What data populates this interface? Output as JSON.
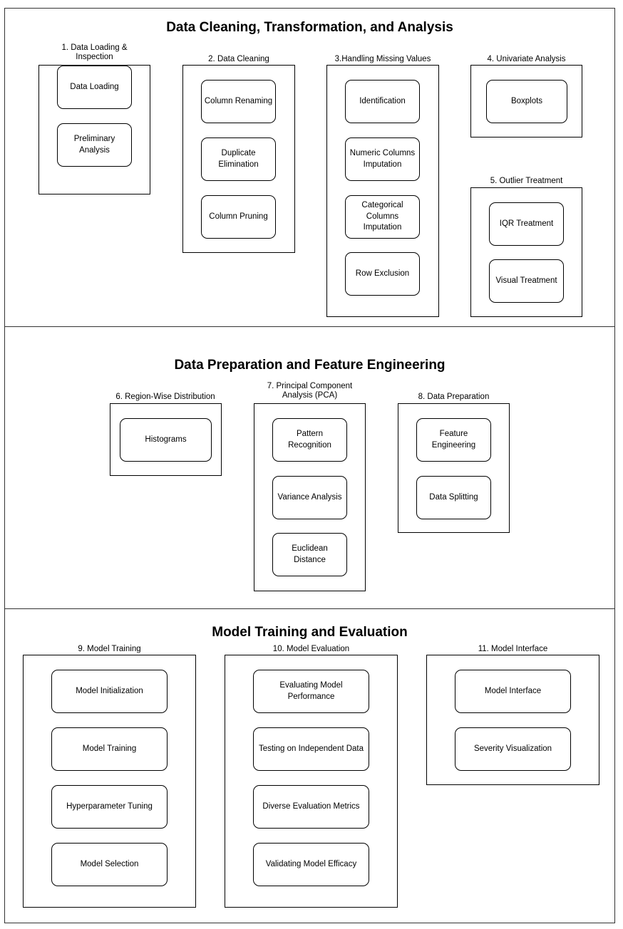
{
  "sections": [
    {
      "title": "Data Cleaning, Transformation, and Analysis",
      "groups": [
        {
          "label": "1. Data Loading &\nInspection",
          "items": [
            "Data Loading",
            "Preliminary\nAnalysis"
          ]
        },
        {
          "label": "2. Data Cleaning",
          "items": [
            "Column Renaming",
            "Duplicate\nElimination",
            "Column Pruning"
          ]
        },
        {
          "label": "3.Handling Missing Values",
          "items": [
            "Identification",
            "Numeric Columns\nImputation",
            "Categorical\nColumns\nImputation",
            "Row Exclusion"
          ]
        },
        {
          "label": "4. Univariate Analysis",
          "items": [
            "Boxplots"
          ]
        },
        {
          "label": "5. Outlier Treatment",
          "items": [
            "IQR Treatment",
            "Visual Treatment"
          ]
        }
      ]
    },
    {
      "title": "Data Preparation and Feature Engineering",
      "groups": [
        {
          "label": "6. Region-Wise Distribution",
          "items": [
            "Histograms"
          ]
        },
        {
          "label": "7. Principal Component\nAnalysis (PCA)",
          "items": [
            "Pattern\nRecognition",
            "Variance Analysis",
            "Euclidean\nDistance"
          ]
        },
        {
          "label": "8. Data Preparation",
          "items": [
            "Feature\nEngineering",
            "Data Splitting"
          ]
        }
      ]
    },
    {
      "title": "Model Training and Evaluation",
      "groups": [
        {
          "label": "9. Model Training",
          "items": [
            "Model Initialization",
            "Model Training",
            "Hyperparameter Tuning",
            "Model Selection"
          ]
        },
        {
          "label": "10. Model Evaluation",
          "items": [
            "Evaluating Model\nPerformance",
            "Testing on Independent Data",
            "Diverse Evaluation Metrics",
            "Validating Model Efficacy"
          ]
        },
        {
          "label": "11. Model Interface",
          "items": [
            "Model Interface",
            "Severity Visualization"
          ]
        }
      ]
    }
  ]
}
